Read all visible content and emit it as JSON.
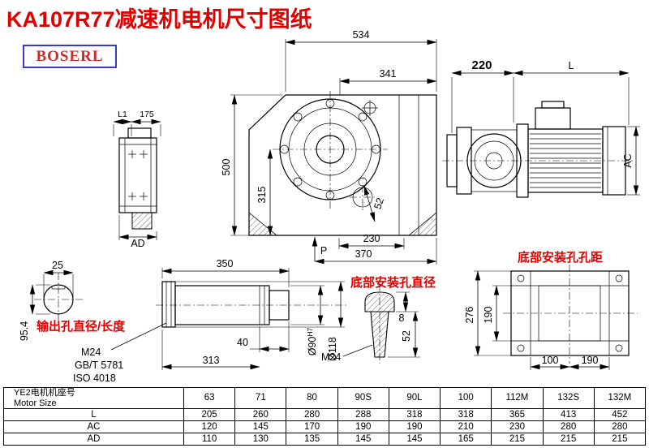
{
  "colors": {
    "accent": "#e00000",
    "highlight": "#b22222",
    "logo_border": "#3a3ac8",
    "logo_text": "#cc2a2a"
  },
  "header": {
    "title": "KA107R77减速机电机尺寸图纸",
    "logo": "BOSERL"
  },
  "front_view": {
    "d534": "534",
    "d341": "341",
    "d500": "500",
    "d315": "315",
    "d52": "52",
    "d230": "230",
    "d370": "370",
    "dP": "P"
  },
  "motor_view": {
    "d220": "220",
    "dL": "L",
    "dAC": "AC"
  },
  "output_flange_view": {
    "dL1": "L1",
    "d175": "175",
    "dAD": "AD"
  },
  "shaft_section_view": {
    "d25": "25",
    "d95_4": "95.4"
  },
  "shaft_view": {
    "d350": "350",
    "d40": "40",
    "d313": "313",
    "m24": "M24",
    "gbt": "GB/T 5781",
    "iso": "ISO 4018",
    "d90": "Ø90",
    "d90_tol": "H7",
    "d118": "Ø118",
    "note": "输出孔直径/长度"
  },
  "bottom_hole_detail": {
    "note": "底部安装孔直径",
    "m24": "M24",
    "d8": "8",
    "d52": "52"
  },
  "bottom_view": {
    "note": "底部安装孔孔距",
    "d276": "276",
    "d190v": "190",
    "d100": "100",
    "d190h": "190"
  },
  "table": {
    "header_cn": "YE2电机机座号",
    "header_en": "Motor Size",
    "sizes": [
      {
        "label": "63",
        "highlight": false
      },
      {
        "label": "71",
        "highlight": false
      },
      {
        "label": "80",
        "highlight": false
      },
      {
        "label": "90S",
        "highlight": true
      },
      {
        "label": "90L",
        "highlight": false
      },
      {
        "label": "100",
        "highlight": false
      },
      {
        "label": "112M",
        "highlight": true
      },
      {
        "label": "132S",
        "highlight": true
      },
      {
        "label": "132M",
        "highlight": true
      }
    ],
    "rows": [
      {
        "label": "L",
        "values": [
          "205",
          "260",
          "280",
          "288",
          "318",
          "318",
          "365",
          "413",
          "452"
        ]
      },
      {
        "label": "AC",
        "values": [
          "120",
          "145",
          "170",
          "190",
          "190",
          "210",
          "230",
          "280",
          "280"
        ]
      },
      {
        "label": "AD",
        "values": [
          "110",
          "130",
          "135",
          "145",
          "145",
          "165",
          "215",
          "215",
          "215"
        ]
      }
    ]
  }
}
